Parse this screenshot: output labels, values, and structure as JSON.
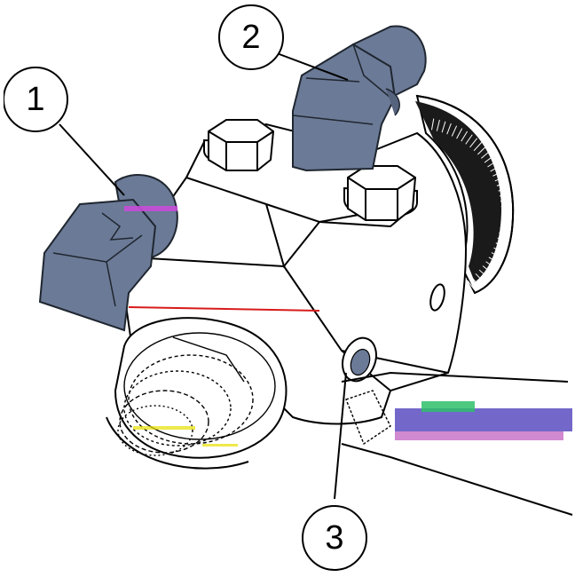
{
  "figure": {
    "callouts": [
      {
        "id": "callout-1",
        "label": "1"
      },
      {
        "id": "callout-2",
        "label": "2"
      },
      {
        "id": "callout-3",
        "label": "3"
      }
    ],
    "colors": {
      "connector_fill": "#6b7a96",
      "connector_shade": "#55637d",
      "line": "#000000",
      "accent_red": "#d81b1b"
    }
  }
}
